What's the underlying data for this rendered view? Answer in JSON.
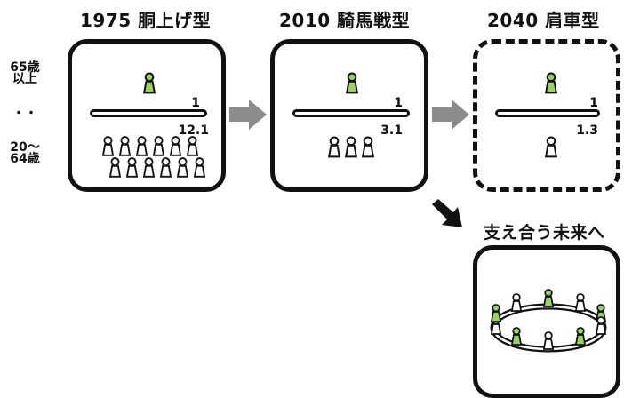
{
  "side_labels": {
    "elderly": "65歳\n以上",
    "dots": "・・",
    "working": "20～\n64歳"
  },
  "panels": [
    {
      "title": "1975 胴上げ型",
      "supporter_ratio": "1",
      "working_ratio": "12.1"
    },
    {
      "title": "2010 騎馬戦型",
      "supporter_ratio": "1",
      "working_ratio": "3.1"
    },
    {
      "title": "2040 肩車型",
      "supporter_ratio": "1",
      "working_ratio": "1.3"
    }
  ],
  "future": {
    "title": "支え合う未来へ"
  },
  "colors": {
    "elderly_fill": "#9bd160",
    "working_fill": "#ffffff",
    "arrow_gray": "#8c8c8c",
    "arrow_black": "#111111"
  },
  "icons": [
    "person-icon",
    "right-arrow-icon",
    "diagonal-arrow-icon"
  ]
}
